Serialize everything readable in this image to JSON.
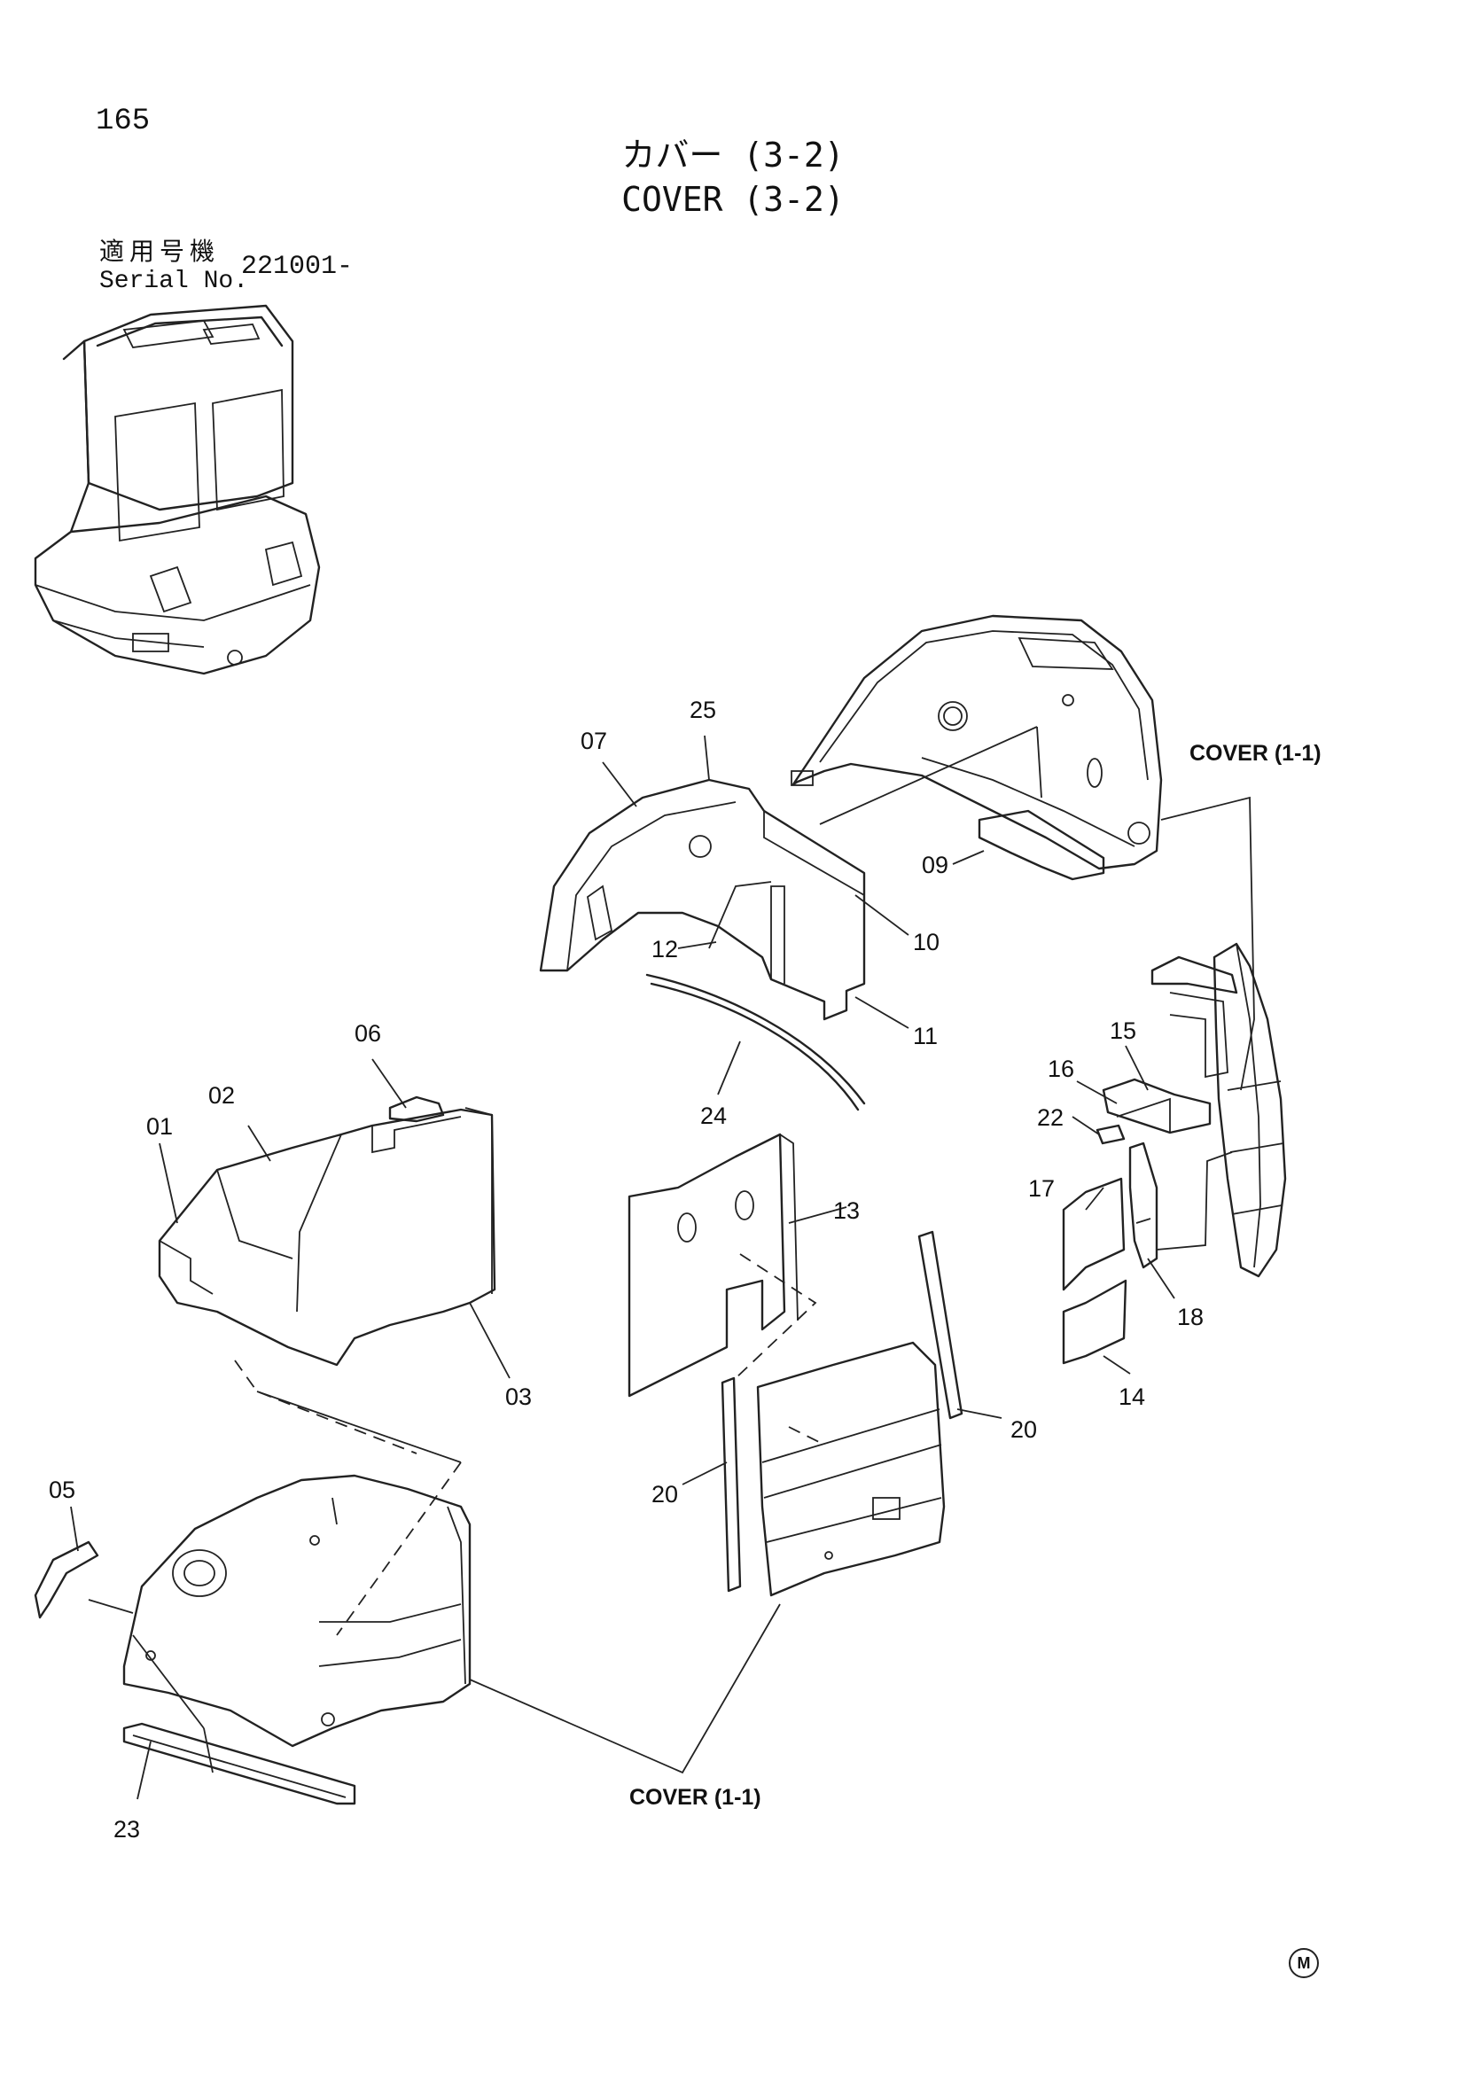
{
  "page_number": "165",
  "title_ja": "カバー (3-2)",
  "title_en": "COVER (3-2)",
  "serial_label_ja": "適用号機",
  "serial_label_en": "Serial No.",
  "serial_value": "221001-",
  "callouts": [
    "01",
    "02",
    "03",
    "05",
    "06",
    "07",
    "09",
    "10",
    "11",
    "12",
    "13",
    "14",
    "15",
    "16",
    "17",
    "18",
    "20",
    "20",
    "22",
    "23",
    "24",
    "25"
  ],
  "reference_labels": [
    "COVER (1-1)",
    "COVER (1-1)"
  ],
  "mark_symbol": "M"
}
